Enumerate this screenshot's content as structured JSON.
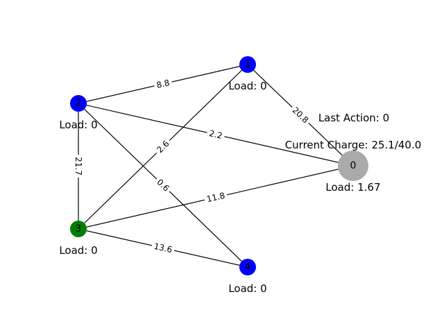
{
  "colors": {
    "depot": "#aaaaaa",
    "visited": "#008000",
    "unvisited": "#0000ff",
    "edge": "#000000"
  },
  "info": {
    "last_action": "Last Action: 0",
    "current_charge": "Current Charge: 25.1/40.0"
  },
  "nodes": [
    {
      "id": "0",
      "load": "Load: 1.67",
      "kind": "depot"
    },
    {
      "id": "1",
      "load": "Load: 0",
      "kind": "unvisited"
    },
    {
      "id": "2",
      "load": "Load: 0",
      "kind": "unvisited"
    },
    {
      "id": "3",
      "load": "Load: 0",
      "kind": "visited"
    },
    {
      "id": "4",
      "load": "Load: 0",
      "kind": "unvisited"
    }
  ],
  "edges": [
    {
      "from": "2",
      "to": "1",
      "weight": "8.8"
    },
    {
      "from": "1",
      "to": "0",
      "weight": "20.8"
    },
    {
      "from": "2",
      "to": "0",
      "weight": "2.2"
    },
    {
      "from": "2",
      "to": "3",
      "weight": "21.7"
    },
    {
      "from": "3",
      "to": "1",
      "weight": "2.6"
    },
    {
      "from": "2",
      "to": "4",
      "weight": "0.6"
    },
    {
      "from": "3",
      "to": "0",
      "weight": "11.8"
    },
    {
      "from": "3",
      "to": "4",
      "weight": "13.6"
    }
  ]
}
